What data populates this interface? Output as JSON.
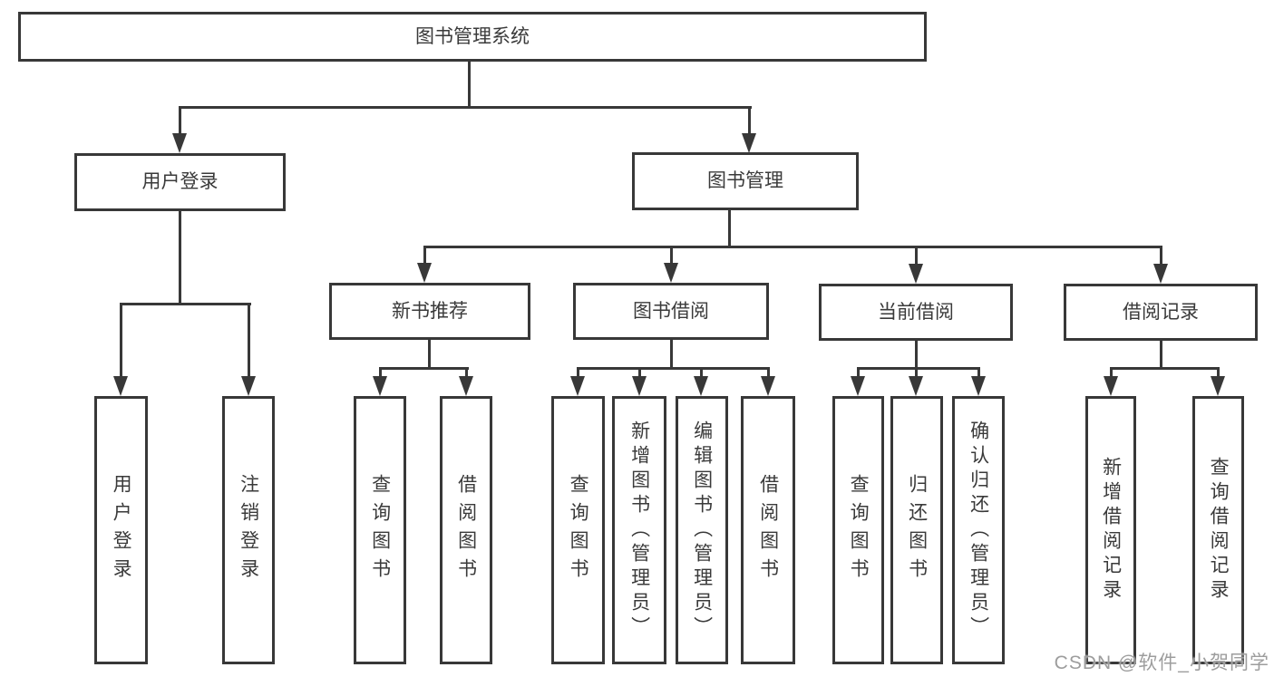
{
  "diagram": {
    "tree": {
      "label": "图书管理系统",
      "children": [
        {
          "label": "用户登录",
          "children": [
            {
              "label": "用户登录"
            },
            {
              "label": "注销登录"
            }
          ]
        },
        {
          "label": "图书管理",
          "children": [
            {
              "label": "新书推荐",
              "children": [
                {
                  "label": "查询图书"
                },
                {
                  "label": "借阅图书"
                }
              ]
            },
            {
              "label": "图书借阅",
              "children": [
                {
                  "label": "查询图书"
                },
                {
                  "label": "新增图书（管理员）"
                },
                {
                  "label": "编辑图书（管理员）"
                },
                {
                  "label": "借阅图书"
                }
              ]
            },
            {
              "label": "当前借阅",
              "children": [
                {
                  "label": "查询图书"
                },
                {
                  "label": "归还图书"
                },
                {
                  "label": "确认归还（管理员）"
                }
              ]
            },
            {
              "label": "借阅记录",
              "children": [
                {
                  "label": "新增借阅记录"
                },
                {
                  "label": "查询借阅记录"
                }
              ]
            }
          ]
        }
      ]
    },
    "watermark": "CSDN @软件_小贺同学",
    "colors": {
      "line": "#383838",
      "text": "#3a3a3a",
      "watermark": "#9d9d9d",
      "background": "#ffffff"
    }
  }
}
